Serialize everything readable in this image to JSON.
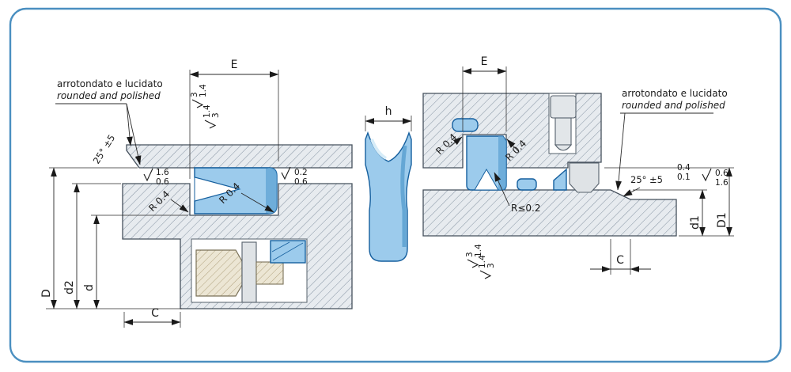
{
  "left_view": {
    "note_line1": "arrotondato  e lucidato",
    "note_line2": "rounded and polished",
    "chamfer_angle": "25° ±5",
    "chamfer_finish_top": "1.6",
    "chamfer_finish_bottom": "0.6",
    "dim_e_label": "E",
    "finish_sym1_top": "3",
    "finish_sym1_bottom": "1.4",
    "finish_sym2_top": "1.4",
    "finish_sym2_bottom": "3",
    "groove_finish_top": "0.2",
    "groove_finish_bottom": "0.6",
    "radius_left_label": "R 0.4",
    "radius_right_label": "R 0.4",
    "dim_D_label": "D",
    "dim_d2_label": "d2",
    "dim_d_label": "d",
    "dim_C_label": "C"
  },
  "seal_profile": {
    "dim_h_label": "h"
  },
  "right_view": {
    "dim_e_label": "E",
    "radius_left_label": "R 0.4",
    "radius_right_label": "R 0.4",
    "groove_radius_label": "R≤0.2",
    "note_line1": "arrotondato e lucidato",
    "note_line2": "rounded and polished",
    "chamfer_angle": "25° ±5",
    "chamfer_dim_top": "0.4",
    "chamfer_dim_bottom": "0.1",
    "edge_finish_top": "0.6",
    "edge_finish_bottom": "1.6",
    "rod_finish_sym1_top": "3",
    "rod_finish_sym1_bottom": "1.4",
    "rod_finish_sym2_top": "1.4",
    "rod_finish_sym2_bottom": "3",
    "dim_d1_label": "d1",
    "dim_D1_label": "D1",
    "dim_C_label": "C"
  }
}
